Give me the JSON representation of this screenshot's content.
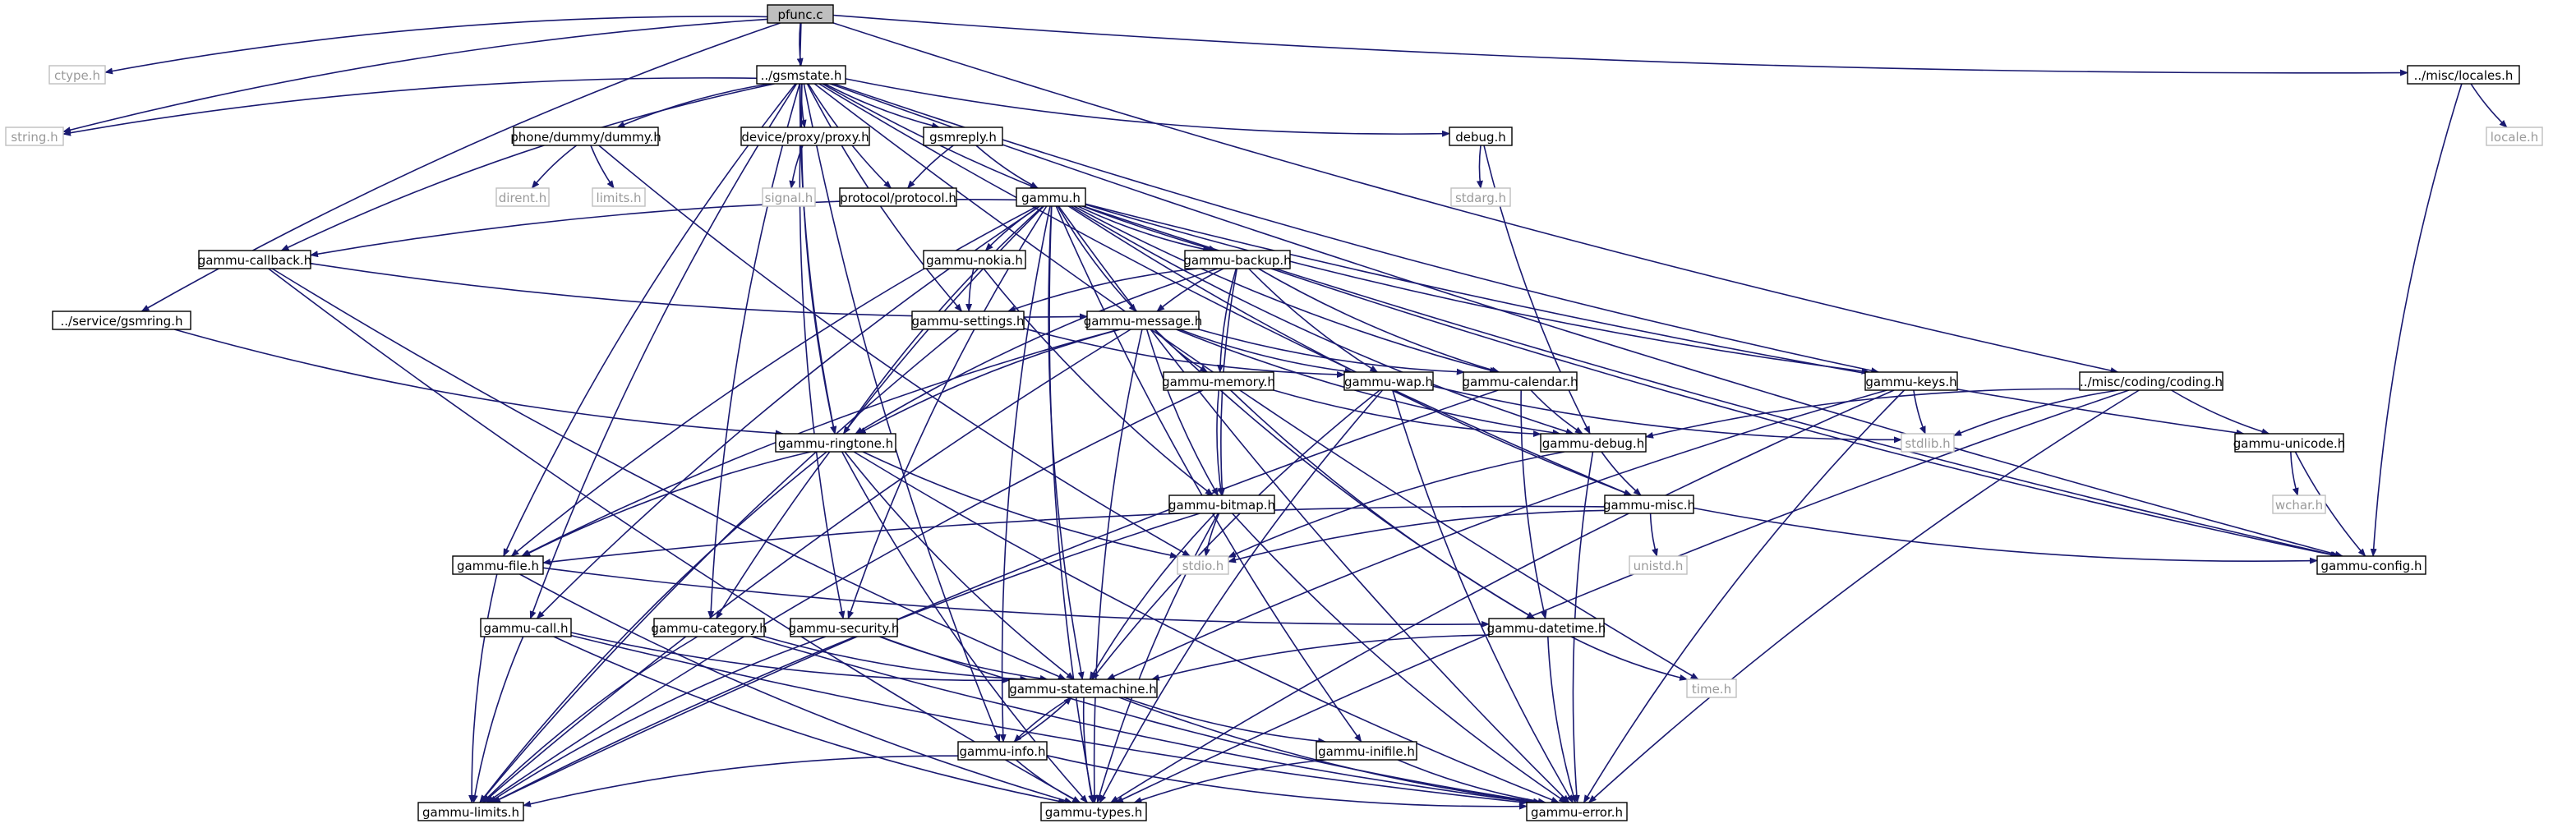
{
  "colors": {
    "edge": "#191970",
    "root_fill": "#bfbfbf",
    "node_stroke": "#000000",
    "node_text": "#000000",
    "system_stroke": "#bfbfbf",
    "system_text": "#9a9a9a",
    "background": "#ffffff"
  },
  "graph": {
    "nodes": [
      {
        "id": "pfunc",
        "label": "pfunc.c",
        "kind": "root"
      },
      {
        "id": "ctype",
        "label": "ctype.h",
        "kind": "system"
      },
      {
        "id": "string",
        "label": "string.h",
        "kind": "system"
      },
      {
        "id": "gsmstate",
        "label": "../gsmstate.h",
        "kind": "file"
      },
      {
        "id": "locales",
        "label": "../misc/locales.h",
        "kind": "file"
      },
      {
        "id": "localeh",
        "label": "locale.h",
        "kind": "system"
      },
      {
        "id": "dummy",
        "label": "phone/dummy/dummy.h",
        "kind": "file"
      },
      {
        "id": "proxy",
        "label": "device/proxy/proxy.h",
        "kind": "file"
      },
      {
        "id": "gsmreply",
        "label": "gsmreply.h",
        "kind": "file"
      },
      {
        "id": "debug",
        "label": "debug.h",
        "kind": "file"
      },
      {
        "id": "dirent",
        "label": "dirent.h",
        "kind": "system"
      },
      {
        "id": "limits",
        "label": "limits.h",
        "kind": "system"
      },
      {
        "id": "signal",
        "label": "signal.h",
        "kind": "system"
      },
      {
        "id": "protocol",
        "label": "protocol/protocol.h",
        "kind": "file"
      },
      {
        "id": "gammu",
        "label": "gammu.h",
        "kind": "file"
      },
      {
        "id": "stdarg",
        "label": "stdarg.h",
        "kind": "system"
      },
      {
        "id": "callback",
        "label": "gammu-callback.h",
        "kind": "file"
      },
      {
        "id": "nokia",
        "label": "gammu-nokia.h",
        "kind": "file"
      },
      {
        "id": "backup",
        "label": "gammu-backup.h",
        "kind": "file"
      },
      {
        "id": "gsmring",
        "label": "../service/gsmring.h",
        "kind": "file"
      },
      {
        "id": "settings",
        "label": "gammu-settings.h",
        "kind": "file"
      },
      {
        "id": "message",
        "label": "gammu-message.h",
        "kind": "file"
      },
      {
        "id": "keys",
        "label": "gammu-keys.h",
        "kind": "file"
      },
      {
        "id": "coding",
        "label": "../misc/coding/coding.h",
        "kind": "file"
      },
      {
        "id": "memory",
        "label": "gammu-memory.h",
        "kind": "file"
      },
      {
        "id": "wap",
        "label": "gammu-wap.h",
        "kind": "file"
      },
      {
        "id": "calendar",
        "label": "gammu-calendar.h",
        "kind": "file"
      },
      {
        "id": "stdlib",
        "label": "stdlib.h",
        "kind": "system"
      },
      {
        "id": "unicode",
        "label": "gammu-unicode.h",
        "kind": "file"
      },
      {
        "id": "ringtone",
        "label": "gammu-ringtone.h",
        "kind": "file"
      },
      {
        "id": "gdebug",
        "label": "gammu-debug.h",
        "kind": "file"
      },
      {
        "id": "wchar",
        "label": "wchar.h",
        "kind": "system"
      },
      {
        "id": "bitmap",
        "label": "gammu-bitmap.h",
        "kind": "file"
      },
      {
        "id": "misc",
        "label": "gammu-misc.h",
        "kind": "file"
      },
      {
        "id": "unistd",
        "label": "unistd.h",
        "kind": "system"
      },
      {
        "id": "file",
        "label": "gammu-file.h",
        "kind": "file"
      },
      {
        "id": "stdio",
        "label": "stdio.h",
        "kind": "system"
      },
      {
        "id": "config",
        "label": "gammu-config.h",
        "kind": "file"
      },
      {
        "id": "call",
        "label": "gammu-call.h",
        "kind": "file"
      },
      {
        "id": "category",
        "label": "gammu-category.h",
        "kind": "file"
      },
      {
        "id": "security",
        "label": "gammu-security.h",
        "kind": "file"
      },
      {
        "id": "datetime",
        "label": "gammu-datetime.h",
        "kind": "file"
      },
      {
        "id": "time",
        "label": "time.h",
        "kind": "system"
      },
      {
        "id": "statemachine",
        "label": "gammu-statemachine.h",
        "kind": "file"
      },
      {
        "id": "info",
        "label": "gammu-info.h",
        "kind": "file"
      },
      {
        "id": "inifile",
        "label": "gammu-inifile.h",
        "kind": "file"
      },
      {
        "id": "limitsg",
        "label": "gammu-limits.h",
        "kind": "file"
      },
      {
        "id": "types",
        "label": "gammu-types.h",
        "kind": "file"
      },
      {
        "id": "error",
        "label": "gammu-error.h",
        "kind": "file"
      }
    ],
    "edges": [
      [
        "pfunc",
        "ctype"
      ],
      [
        "pfunc",
        "string"
      ],
      [
        "pfunc",
        "gsmstate"
      ],
      [
        "pfunc",
        "locales"
      ],
      [
        "pfunc",
        "gsmring"
      ],
      [
        "pfunc",
        "coding"
      ],
      [
        "pfunc",
        "ringtone"
      ],
      [
        "gsmstate",
        "string"
      ],
      [
        "gsmstate",
        "dummy"
      ],
      [
        "gsmstate",
        "proxy"
      ],
      [
        "gsmstate",
        "gsmreply"
      ],
      [
        "gsmstate",
        "debug"
      ],
      [
        "gsmstate",
        "protocol"
      ],
      [
        "gsmstate",
        "callback"
      ],
      [
        "gsmstate",
        "backup"
      ],
      [
        "gsmstate",
        "settings"
      ],
      [
        "gsmstate",
        "keys"
      ],
      [
        "gsmstate",
        "misc"
      ],
      [
        "gsmstate",
        "config"
      ],
      [
        "gsmstate",
        "file"
      ],
      [
        "gsmstate",
        "call"
      ],
      [
        "gsmstate",
        "category"
      ],
      [
        "gsmstate",
        "security"
      ],
      [
        "gsmstate",
        "info"
      ],
      [
        "gsmstate",
        "ringtone"
      ],
      [
        "gsmstate",
        "time"
      ],
      [
        "locales",
        "localeh"
      ],
      [
        "locales",
        "config"
      ],
      [
        "dummy",
        "dirent"
      ],
      [
        "dummy",
        "limits"
      ],
      [
        "dummy",
        "stdio"
      ],
      [
        "proxy",
        "signal"
      ],
      [
        "gsmreply",
        "protocol"
      ],
      [
        "gsmreply",
        "gammu"
      ],
      [
        "debug",
        "stdarg"
      ],
      [
        "debug",
        "gdebug"
      ],
      [
        "gammu",
        "callback"
      ],
      [
        "gammu",
        "nokia"
      ],
      [
        "gammu",
        "backup"
      ],
      [
        "gammu",
        "message"
      ],
      [
        "gammu",
        "keys"
      ],
      [
        "gammu",
        "unicode"
      ],
      [
        "gammu",
        "calendar"
      ],
      [
        "gammu",
        "gdebug"
      ],
      [
        "gammu",
        "misc"
      ],
      [
        "gammu",
        "file"
      ],
      [
        "gammu",
        "call"
      ],
      [
        "gammu",
        "category"
      ],
      [
        "gammu",
        "security"
      ],
      [
        "gammu",
        "ringtone"
      ],
      [
        "gammu",
        "statemachine"
      ],
      [
        "gammu",
        "info"
      ],
      [
        "gammu",
        "inifile"
      ],
      [
        "gammu",
        "types"
      ],
      [
        "gammu",
        "error"
      ],
      [
        "gammu",
        "config"
      ],
      [
        "callback",
        "message"
      ],
      [
        "callback",
        "types"
      ],
      [
        "callback",
        "statemachine"
      ],
      [
        "nokia",
        "settings"
      ],
      [
        "nokia",
        "bitmap"
      ],
      [
        "backup",
        "settings"
      ],
      [
        "backup",
        "message"
      ],
      [
        "backup",
        "memory"
      ],
      [
        "backup",
        "wap"
      ],
      [
        "backup",
        "calendar"
      ],
      [
        "backup",
        "ringtone"
      ],
      [
        "backup",
        "bitmap"
      ],
      [
        "backup",
        "config"
      ],
      [
        "gsmring",
        "ringtone"
      ],
      [
        "settings",
        "wap"
      ],
      [
        "settings",
        "limitsg"
      ],
      [
        "message",
        "memory"
      ],
      [
        "message",
        "wap"
      ],
      [
        "message",
        "calendar"
      ],
      [
        "message",
        "ringtone"
      ],
      [
        "message",
        "bitmap"
      ],
      [
        "message",
        "gdebug"
      ],
      [
        "message",
        "file"
      ],
      [
        "message",
        "limitsg"
      ],
      [
        "message",
        "datetime"
      ],
      [
        "message",
        "types"
      ],
      [
        "keys",
        "stdlib"
      ],
      [
        "keys",
        "statemachine"
      ],
      [
        "keys",
        "types"
      ],
      [
        "keys",
        "error"
      ],
      [
        "coding",
        "gdebug"
      ],
      [
        "coding",
        "unicode"
      ],
      [
        "coding",
        "stdlib"
      ],
      [
        "coding",
        "types"
      ],
      [
        "coding",
        "error"
      ],
      [
        "memory",
        "bitmap"
      ],
      [
        "memory",
        "gdebug"
      ],
      [
        "memory",
        "datetime"
      ],
      [
        "memory",
        "limitsg"
      ],
      [
        "wap",
        "stdlib"
      ],
      [
        "wap",
        "statemachine"
      ],
      [
        "wap",
        "types"
      ],
      [
        "wap",
        "error"
      ],
      [
        "calendar",
        "gdebug"
      ],
      [
        "calendar",
        "datetime"
      ],
      [
        "calendar",
        "limitsg"
      ],
      [
        "unicode",
        "wchar"
      ],
      [
        "unicode",
        "config"
      ],
      [
        "ringtone",
        "stdio"
      ],
      [
        "ringtone",
        "file"
      ],
      [
        "ringtone",
        "statemachine"
      ],
      [
        "ringtone",
        "limitsg"
      ],
      [
        "ringtone",
        "types"
      ],
      [
        "ringtone",
        "error"
      ],
      [
        "gdebug",
        "misc"
      ],
      [
        "gdebug",
        "stdio"
      ],
      [
        "gdebug",
        "error"
      ],
      [
        "bitmap",
        "stdio"
      ],
      [
        "bitmap",
        "statemachine"
      ],
      [
        "bitmap",
        "limitsg"
      ],
      [
        "bitmap",
        "types"
      ],
      [
        "bitmap",
        "error"
      ],
      [
        "misc",
        "unistd"
      ],
      [
        "misc",
        "stdio"
      ],
      [
        "misc",
        "file"
      ],
      [
        "misc",
        "config"
      ],
      [
        "file",
        "datetime"
      ],
      [
        "file",
        "limitsg"
      ],
      [
        "file",
        "types"
      ],
      [
        "call",
        "statemachine"
      ],
      [
        "call",
        "limitsg"
      ],
      [
        "call",
        "types"
      ],
      [
        "call",
        "error"
      ],
      [
        "category",
        "statemachine"
      ],
      [
        "category",
        "limitsg"
      ],
      [
        "category",
        "error"
      ],
      [
        "security",
        "statemachine"
      ],
      [
        "security",
        "limitsg"
      ],
      [
        "security",
        "error"
      ],
      [
        "datetime",
        "time"
      ],
      [
        "datetime",
        "statemachine"
      ],
      [
        "datetime",
        "error"
      ],
      [
        "statemachine",
        "info"
      ],
      [
        "statemachine",
        "inifile"
      ],
      [
        "statemachine",
        "types"
      ],
      [
        "statemachine",
        "error"
      ],
      [
        "info",
        "statemachine"
      ],
      [
        "info",
        "limitsg"
      ],
      [
        "info",
        "types"
      ],
      [
        "info",
        "error"
      ],
      [
        "inifile",
        "types"
      ],
      [
        "inifile",
        "error"
      ]
    ]
  }
}
